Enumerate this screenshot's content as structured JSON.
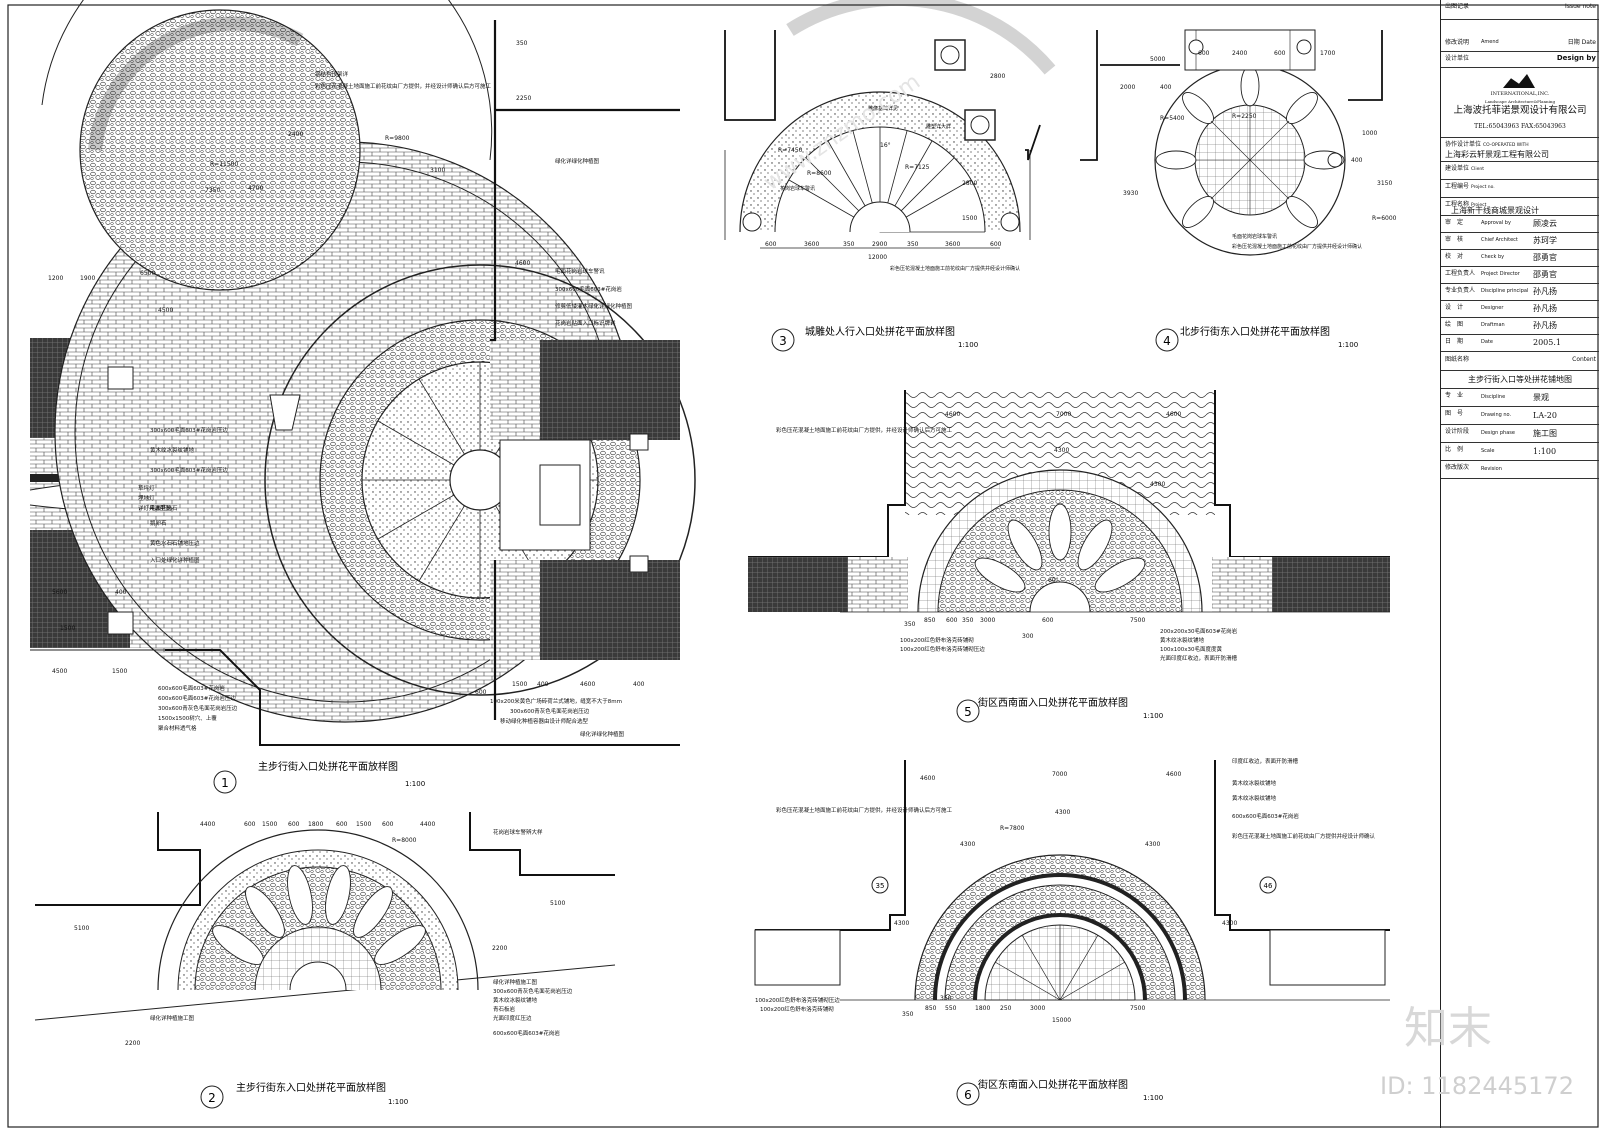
{
  "title_block": {
    "issue_record": "出图记录",
    "issue_note": "Issue note",
    "amend_cn": "修改说明",
    "amend_en": "Amend",
    "date_cn": "日期",
    "date_en": "Date",
    "design_unit_cn": "设计单位",
    "design_by": "Design by",
    "logo_text": "INTERNATIONAL,INC.",
    "logo_sub": "Landscape Architecture&Planning",
    "company": "上海波托菲诺景观设计有限公司",
    "tel_fax": "TEL:65043963   FAX:65043963",
    "cooperated_cn": "协作设计单位",
    "cooperated_en": "CO-OPERATED WITH",
    "cooperated_company": "上海彩云轩景观工程有限公司",
    "client_cn": "建设单位",
    "client_en": "Client",
    "project_no_cn": "工程编号",
    "project_no_en": "Project no.",
    "project_name_cn": "工程名称",
    "project_name_en": "Project",
    "project_name": "上海新干线商城景观设计",
    "roles": [
      {
        "cn": "审　定",
        "en": "Approval by",
        "name": "顾凌云"
      },
      {
        "cn": "审　核",
        "en": "Chief Architect",
        "name": "苏珂学"
      },
      {
        "cn": "校　对",
        "en": "Check by",
        "name": "邵勇官"
      },
      {
        "cn": "工程负责人",
        "en": "Project Director",
        "name": "邵勇官"
      },
      {
        "cn": "专业负责人",
        "en": "Discipline principal",
        "name": "孙凡扬"
      },
      {
        "cn": "设　计",
        "en": "Designer",
        "name": "孙凡扬"
      },
      {
        "cn": "绘　图",
        "en": "Draftman",
        "name": "孙凡扬"
      },
      {
        "cn": "日　期",
        "en": "Date",
        "name": "2005.1"
      }
    ],
    "content_cn": "图纸名称",
    "content_en": "Content",
    "content": "主步行街入口等处拼花铺地图",
    "details": [
      {
        "cn": "专　业",
        "en": "Discipline",
        "value": "景观"
      },
      {
        "cn": "图　号",
        "en": "Drawing no.",
        "value": "LA-20"
      },
      {
        "cn": "设计阶段",
        "en": "Design phase",
        "value": "施工图"
      },
      {
        "cn": "比　例",
        "en": "Scale",
        "value": "1:100"
      },
      {
        "cn": "修改版次",
        "en": "Revision",
        "value": ""
      }
    ]
  },
  "drawings": [
    {
      "num": "1",
      "title": "主步行街入口处拼花平面放样图",
      "scale": "1:100"
    },
    {
      "num": "2",
      "title": "主步行街东入口处拼花平面放样图",
      "scale": "1:100"
    },
    {
      "num": "3",
      "title": "城雕处人行入口处拼花平面放样图",
      "scale": "1:100"
    },
    {
      "num": "4",
      "title": "北步行街东入口处拼花平面放样图",
      "scale": "1:100"
    },
    {
      "num": "5",
      "title": "街区西南面入口处拼花平面放样图",
      "scale": "1:100"
    },
    {
      "num": "6",
      "title": "街区东南面入口处拼花平面放样图",
      "scale": "1:100"
    }
  ],
  "d1": {
    "dims": [
      "350",
      "2250",
      "2400",
      "3100",
      "R=9800",
      "R=11500",
      "7350",
      "4700",
      "6500",
      "4500",
      "1200",
      "1900",
      "4600",
      "5600",
      "400",
      "1500",
      "4500",
      "1500",
      "1500",
      "400",
      "4600",
      "400",
      "600",
      "600",
      "1500"
    ],
    "notes_right": [
      "钢结构顶架详",
      "彩色压花混凝土地面施工前花纹由厂方提供，并经设计师确认后方可施工",
      "绿化详绿化种植图",
      "毛面花岗岩球车警讯",
      "300x600毛面603#花岗岩",
      "修剪低矮灌木绿化详绿化种植图",
      "花岗岩贴面入口标识牌详"
    ],
    "notes_left": [
      "300x600毛面603#花岗岩压边",
      "黄木纹冰裂纹铺地",
      "300x600毛面603#花岗岩压边",
      "毛面花岗石",
      "鹅卵石",
      "黄色水石石铺地压边",
      "入口处绿化详种植图"
    ],
    "notes_left2": [
      "草坪灯",
      "埋地灯",
      "详灯具选型图"
    ],
    "notes_bottom": [
      "600x600毛面603#花岗岩",
      "600x600毛面603#花岗岩压边",
      "300x600青灰色毛面花岗岩压边",
      "1500x1500树穴、上覆",
      "聚合材料透气格"
    ],
    "notes_bottom2": [
      "100x200米黄色广场砖荷兰式铺地，缝宽不大于8mm",
      "300x600青灰色毛面花岗岩压边",
      "移动绿化种植容器由设计师配合选型",
      "绿化详绿化种植图"
    ]
  },
  "d2": {
    "dims": [
      "4400",
      "600",
      "1500",
      "600",
      "1800",
      "600",
      "1500",
      "600",
      "4400",
      "R=8000",
      "5100",
      "5100",
      "2200",
      "2200"
    ],
    "notes": [
      "花岗岩球车警辨大样",
      "绿化详种植施工图",
      "300x600青灰色毛面花岗岩压边",
      "黄木纹冰裂纹铺地",
      "青石板岩",
      "光面印度红压边",
      "600x600毛面603#花岗岩"
    ],
    "note_left": "绿化详种植施工图"
  },
  "d3": {
    "dims": [
      "600",
      "3600",
      "350",
      "2900",
      "350",
      "3600",
      "600",
      "12000",
      "R=7450",
      "R=8600",
      "R=7125",
      "16°",
      "2800",
      "2800",
      "1500"
    ],
    "notes": [
      "雕像基础详见",
      "雕塑详大样",
      "花岗岩球车警讯",
      "彩色压花混凝土地面施工前花纹由厂方提供并经设计师确认"
    ]
  },
  "d4": {
    "dims": [
      "5000",
      "2000",
      "400",
      "600",
      "2400",
      "600",
      "1700",
      "R=2250",
      "R=5400",
      "R=6000",
      "3930",
      "3150",
      "400",
      "1000"
    ],
    "notes": [
      "毛面花岗岩球车警讯",
      "彩色压花混凝土地面施工前花纹由厂方提供并经设计师确认"
    ]
  },
  "d5": {
    "dims": [
      "4600",
      "7000",
      "4600",
      "350",
      "850",
      "600",
      "350",
      "3000",
      "600",
      "7500",
      "300",
      "4300",
      "4300",
      "60°"
    ],
    "note_left": "彩色压花混凝土地面施工前花纹由厂方提供，并经设计师确认后方可施工",
    "notes_left_bottom": [
      "100x200红色舒布洛克砖铺砌",
      "100x200红色舒布洛克砖铺砌压边"
    ],
    "notes_right_bottom": [
      "200x200x30毛面603#花岗岩",
      "黄木纹冰裂纹铺地",
      "100x100x30毛面度度黄",
      "光面印度红收边，表面开防滑槽"
    ]
  },
  "d6": {
    "dims": [
      "4600",
      "7000",
      "4600",
      "350",
      "850",
      "350",
      "1800",
      "250",
      "3000",
      "7500",
      "15000",
      "550",
      "R=7800",
      "4300",
      "4300",
      "4300",
      "4300",
      "4300"
    ],
    "note_left": "彩色压花混凝土地面施工前花纹由厂方提供，并经设计师确认后方可施工",
    "notes_right": [
      "印度红收边，表面开防滑槽",
      "黄木纹冰裂纹铺地",
      "黄木纹冰裂纹铺地",
      "600x600毛面603#花岗岩",
      "彩色压花混凝土地面施工前花纹由厂方提供并经设计师确认"
    ],
    "notes_left_bottom": [
      "100x200红色舒布洛克砖铺砌压边",
      "100x200红色舒布洛克砖铺砌"
    ],
    "markers": [
      "35",
      "46"
    ]
  },
  "watermark": {
    "logo": "知末",
    "id": "ID: 1182445172",
    "text": "www.znzmo.com"
  }
}
